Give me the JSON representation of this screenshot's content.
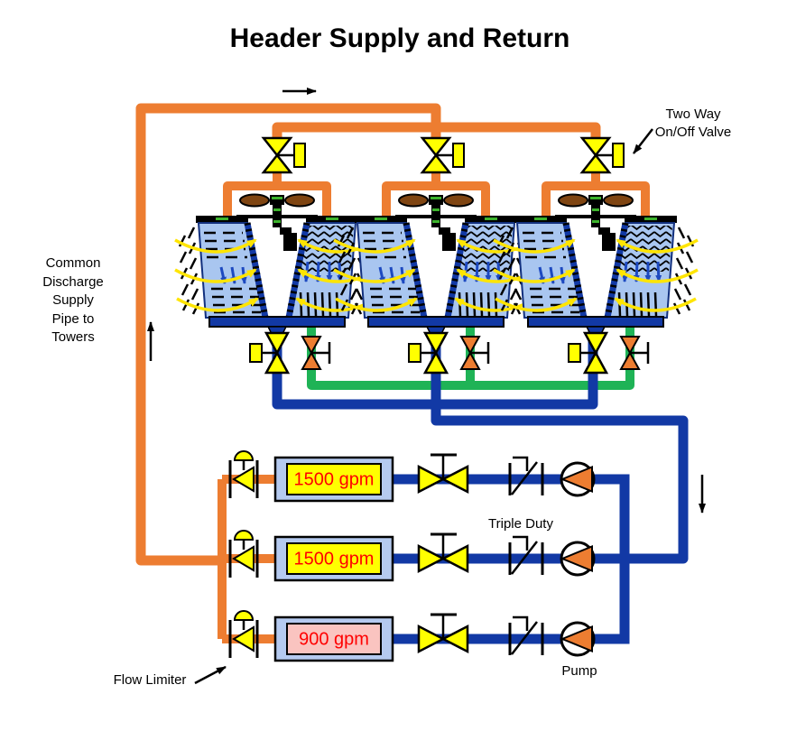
{
  "title": "Header Supply and Return",
  "annotations": {
    "two_way_valve": "Two Way On/Off Valve",
    "common_discharge": "Common\nDischarge\nSupply\nPipe to\nTowers",
    "triple_duty": "Triple Duty",
    "flow_limiter": "Flow Limiter",
    "pump": "Pump"
  },
  "pump_rows": [
    {
      "flow": "1500 gpm",
      "meter_color": "yellow"
    },
    {
      "flow": "1500 gpm",
      "meter_color": "yellow"
    },
    {
      "flow": "900 gpm",
      "meter_color": "pink"
    }
  ],
  "colors": {
    "orange": "#ED7D31",
    "blue": "#1239A5",
    "green": "#1FB356",
    "yellow": "#FFFF00",
    "tower_fill": "#A9C6F0",
    "meter_outer": "#B5CAF0",
    "pink": "#FAC4C0",
    "brown": "#7F4512",
    "red": "#FF0000",
    "leaf_green": "#3CB32C",
    "arrow_yellow": "#FFE500",
    "water_blue": "#1D49C0"
  }
}
